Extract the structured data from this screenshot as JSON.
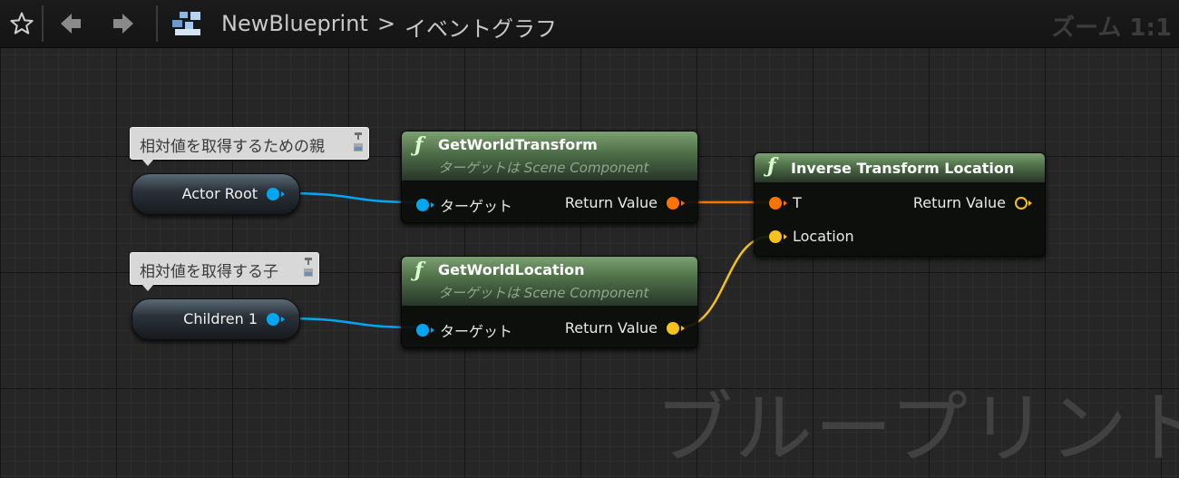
{
  "toolbar": {
    "breadcrumb_root": "NewBlueprint",
    "breadcrumb_separator": ">",
    "breadcrumb_current": "イベントグラフ",
    "zoom_label": "ズーム 1:1",
    "icons": [
      "star-icon",
      "back-arrow-icon",
      "forward-arrow-icon",
      "blueprint-graph-icon"
    ]
  },
  "watermark": "ブループリント",
  "comments": [
    {
      "text": "相対値を取得するための親"
    },
    {
      "text": "相対値を取得する子"
    }
  ],
  "variables": [
    {
      "label": "Actor Root"
    },
    {
      "label": "Children 1"
    }
  ],
  "nodes": {
    "get_world_transform": {
      "title": "GetWorldTransform",
      "subtitle_prefix": "ターゲットは",
      "subtitle_class": "Scene Component",
      "input": "ターゲット",
      "output": "Return Value"
    },
    "get_world_location": {
      "title": "GetWorldLocation",
      "subtitle_prefix": "ターゲットは",
      "subtitle_class": "Scene Component",
      "input": "ターゲット",
      "output": "Return Value"
    },
    "inverse_transform_location": {
      "title": "Inverse Transform Location",
      "input_t": "T",
      "input_location": "Location",
      "output": "Return Value"
    }
  },
  "colors": {
    "object_pin": "#00a7f0",
    "transform_pin": "#ff7300",
    "vector_pin": "#f4c21a",
    "function_header": "#4d6e47"
  }
}
